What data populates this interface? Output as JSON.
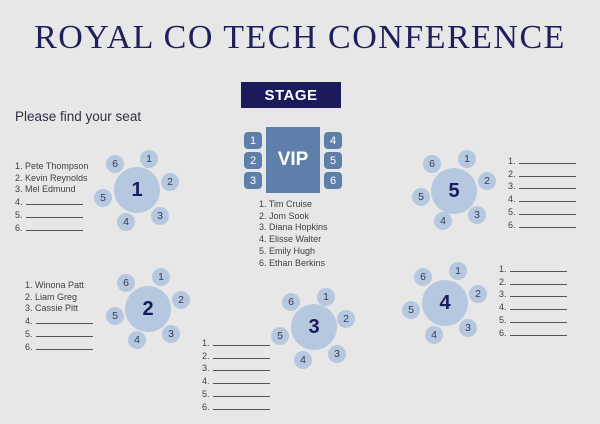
{
  "header": {
    "title": "ROYAL CO TECH CONFERENCE",
    "subtitle": "Please find your seat"
  },
  "stage": {
    "label": "STAGE"
  },
  "vip": {
    "label": "VIP",
    "seats": [
      "1",
      "2",
      "3",
      "4",
      "5",
      "6"
    ],
    "guests": [
      "1. Tim Cruise",
      "2. Jom Sook",
      "3. Diana Hopkins",
      "4. Elisse Walter",
      "5. Emily Hugh",
      "6. Ethan Berkins"
    ]
  },
  "tables": [
    {
      "number": "1",
      "seats": [
        "1",
        "2",
        "3",
        "4",
        "5",
        "6"
      ],
      "guests": [
        "1. Pete Thompson",
        "2. Kevin Reynolds",
        "3. Mel Edmund",
        "4.",
        "5.",
        "6."
      ]
    },
    {
      "number": "2",
      "seats": [
        "1",
        "2",
        "3",
        "4",
        "5",
        "6"
      ],
      "guests": [
        "1. Winona Patt",
        "2. Liam Greg",
        "3. Cassie Pitt",
        "4.",
        "5.",
        "6."
      ]
    },
    {
      "number": "3",
      "seats": [
        "1",
        "2",
        "3",
        "4",
        "5",
        "6"
      ],
      "guests": [
        "1.",
        "2.",
        "3.",
        "4.",
        "5.",
        "6."
      ]
    },
    {
      "number": "4",
      "seats": [
        "1",
        "2",
        "3",
        "4",
        "5",
        "6"
      ],
      "guests": [
        "1.",
        "2.",
        "3.",
        "4.",
        "5.",
        "6."
      ]
    },
    {
      "number": "5",
      "seats": [
        "1",
        "2",
        "3",
        "4",
        "5",
        "6"
      ],
      "guests": [
        "1.",
        "2.",
        "3.",
        "4.",
        "5.",
        "6."
      ]
    }
  ],
  "colors": {
    "background": "#e7e7e7",
    "title": "#1e1f5c",
    "stage": "#1b1a5a",
    "vip": "#5f7fab",
    "table": "#b6c8e0"
  }
}
